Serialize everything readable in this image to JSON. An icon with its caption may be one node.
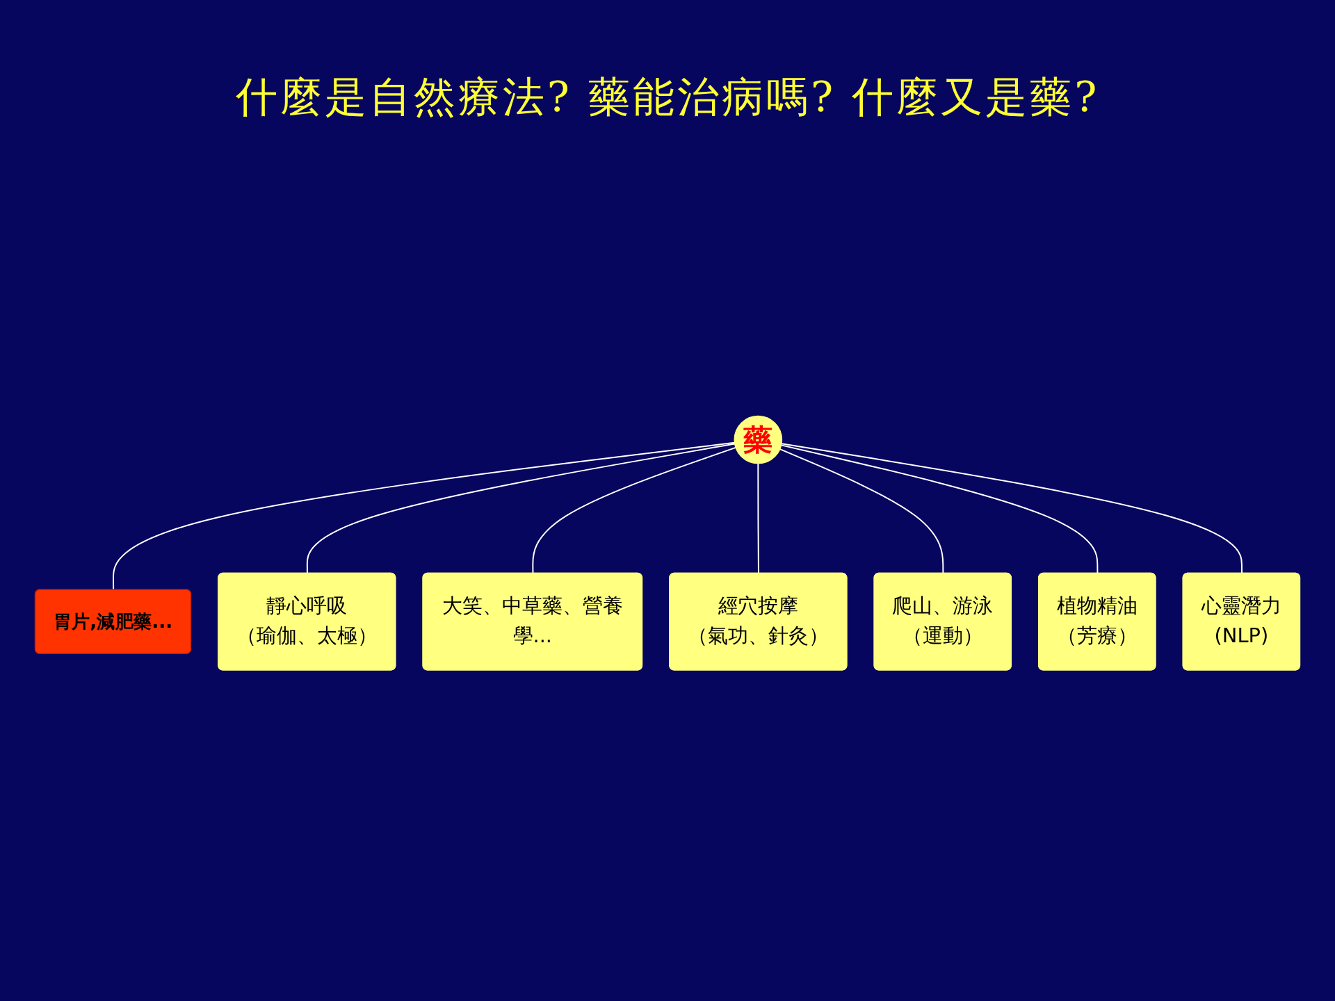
{
  "diagram": {
    "title": "什麼是自然療法? 藥能治病嗎? 什麼又是藥?",
    "nodes": [
      {
        "text": [
          "胃片,減肥藥..."
        ]
      },
      {
        "text": [
          "靜心呼吸",
          "（瑜伽、太極）"
        ]
      },
      {
        "text": [
          "大笑、中草藥、營養學..."
        ]
      },
      {
        "text": [
          "藥"
        ]
      },
      {
        "text": [
          "經穴按摩",
          "（氣功、針灸）"
        ]
      },
      {
        "text": [
          "爬山、游泳",
          "（運動）"
        ]
      },
      {
        "text": [
          "植物精油",
          "（芳療）"
        ]
      },
      {
        "text": [
          "心靈潛力",
          "(NLP)"
        ]
      }
    ],
    "edges": [
      {
        "from": 3,
        "to": 0,
        "arrow": "none"
      },
      {
        "from": 3,
        "to": 1,
        "arrow": "none"
      },
      {
        "from": 3,
        "to": 2,
        "arrow": "none"
      },
      {
        "from": 3,
        "to": 4,
        "arrow": "none"
      },
      {
        "from": 3,
        "to": 5,
        "arrow": "none"
      },
      {
        "from": 3,
        "to": 6,
        "arrow": "none"
      },
      {
        "from": 3,
        "to": 7,
        "arrow": "none"
      }
    ]
  }
}
